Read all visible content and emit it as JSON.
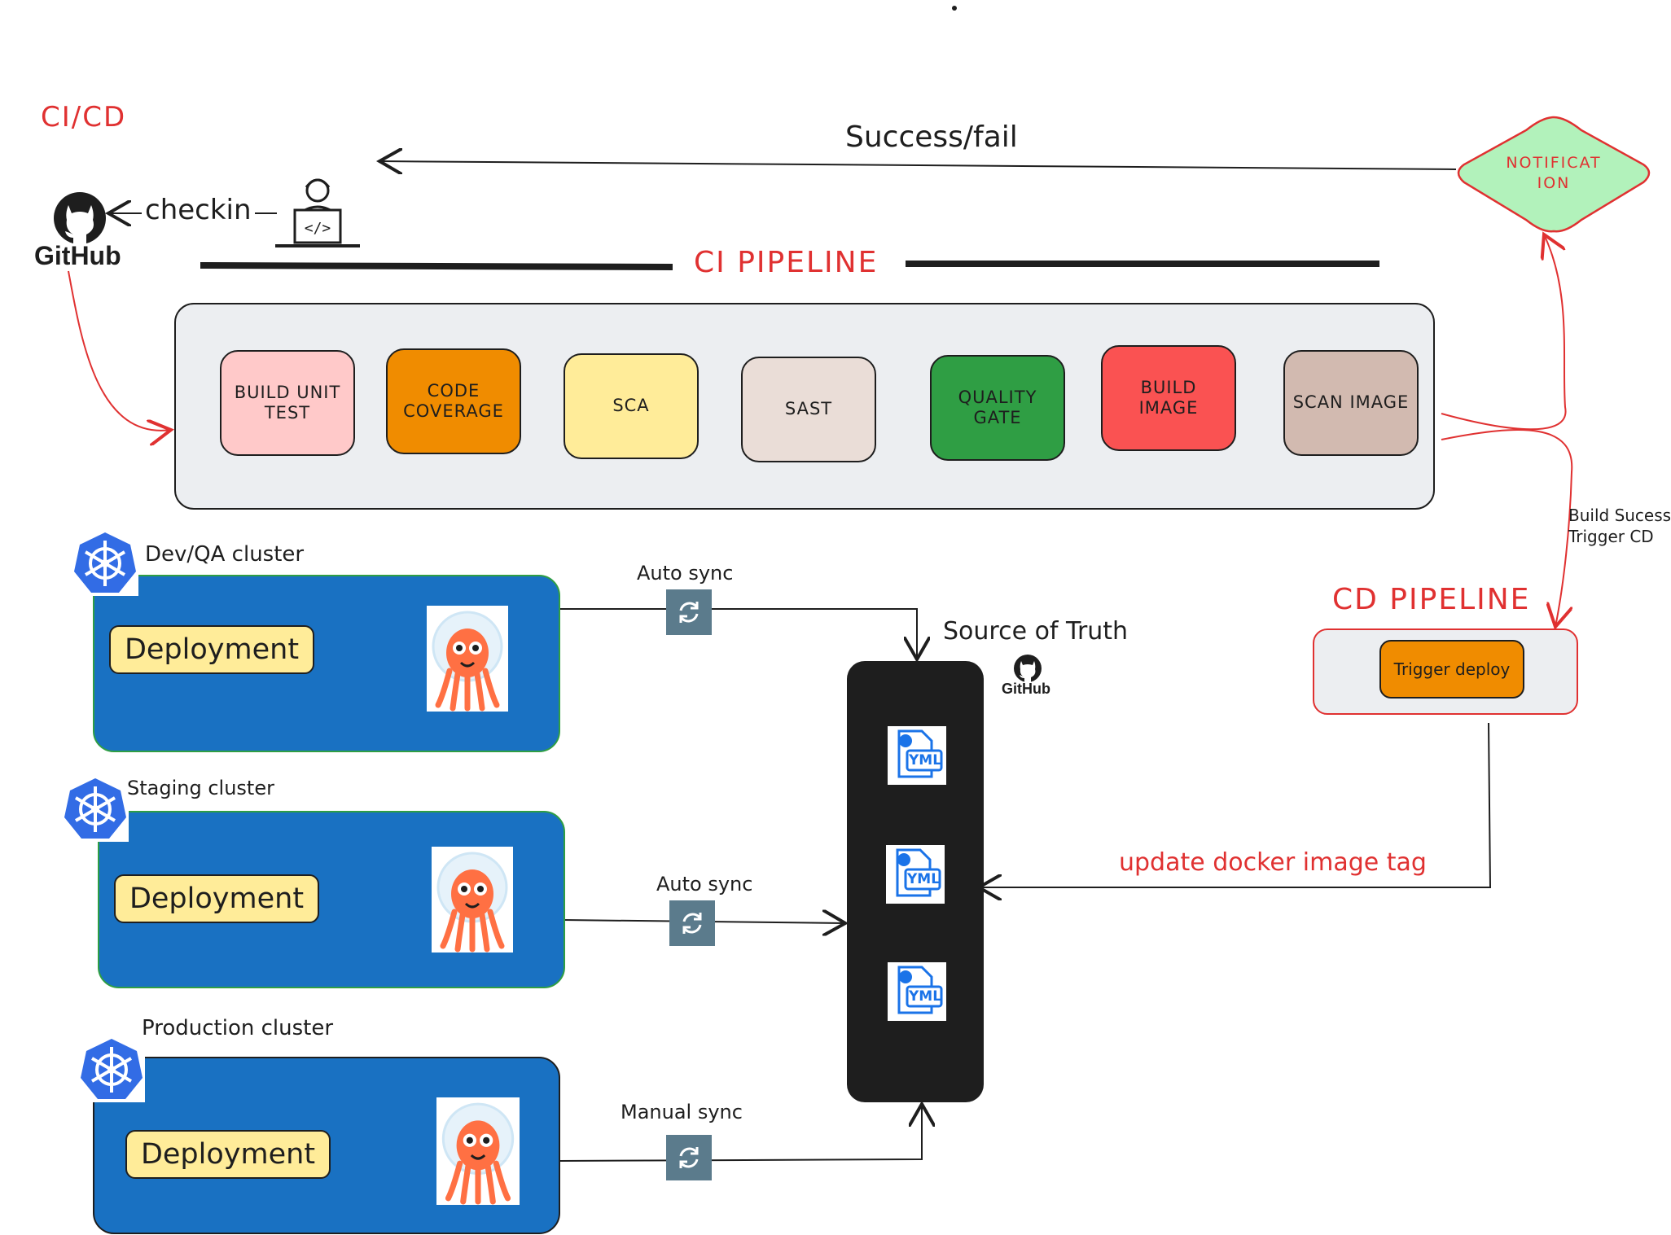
{
  "title": "CI/CD",
  "success_label": "Success/fail",
  "checkin_label": "checkin",
  "github_label": "GitHub",
  "notification_label": "NOTIFICAT ION",
  "ci_pipeline": {
    "title": "CI PIPELINE",
    "stages": [
      {
        "label": "BUILD UNIT TEST",
        "color": "#ffc9c9"
      },
      {
        "label": "CODE COVERAGE",
        "color": "#f08c00"
      },
      {
        "label": "SCA",
        "color": "#ffec99"
      },
      {
        "label": "SAST",
        "color": "#eaddd7"
      },
      {
        "label": "QUALITY GATE",
        "color": "#2f9e44"
      },
      {
        "label": "BUILD IMAGE",
        "color": "#fa5252"
      },
      {
        "label": "SCAN IMAGE",
        "color": "#d2bab0"
      }
    ]
  },
  "build_success_label": "Build Sucess\nTrigger CD",
  "cd_pipeline": {
    "title": "CD PIPELINE",
    "trigger_label": "Trigger deploy"
  },
  "source_of_truth": {
    "label": "Source of Truth",
    "github_label": "GitHub",
    "files": [
      "YML",
      "YML",
      "YML"
    ]
  },
  "update_label": "update docker image tag",
  "clusters": [
    {
      "name": "Dev/QA cluster",
      "deployment": "Deployment",
      "sync": "Auto sync"
    },
    {
      "name": "Staging cluster",
      "deployment": "Deployment",
      "sync": "Auto sync"
    },
    {
      "name": "Production cluster",
      "deployment": "Deployment",
      "sync": "Manual sync"
    }
  ],
  "colors": {
    "accent_red": "#e03131",
    "cluster_blue": "#1971c2",
    "cluster_border": "#2f9e44",
    "notification_fill": "#b2f2bb",
    "sync_gray": "#5b7b8c",
    "kubernetes_blue": "#326ce5",
    "argo_orange": "#ff7043"
  }
}
